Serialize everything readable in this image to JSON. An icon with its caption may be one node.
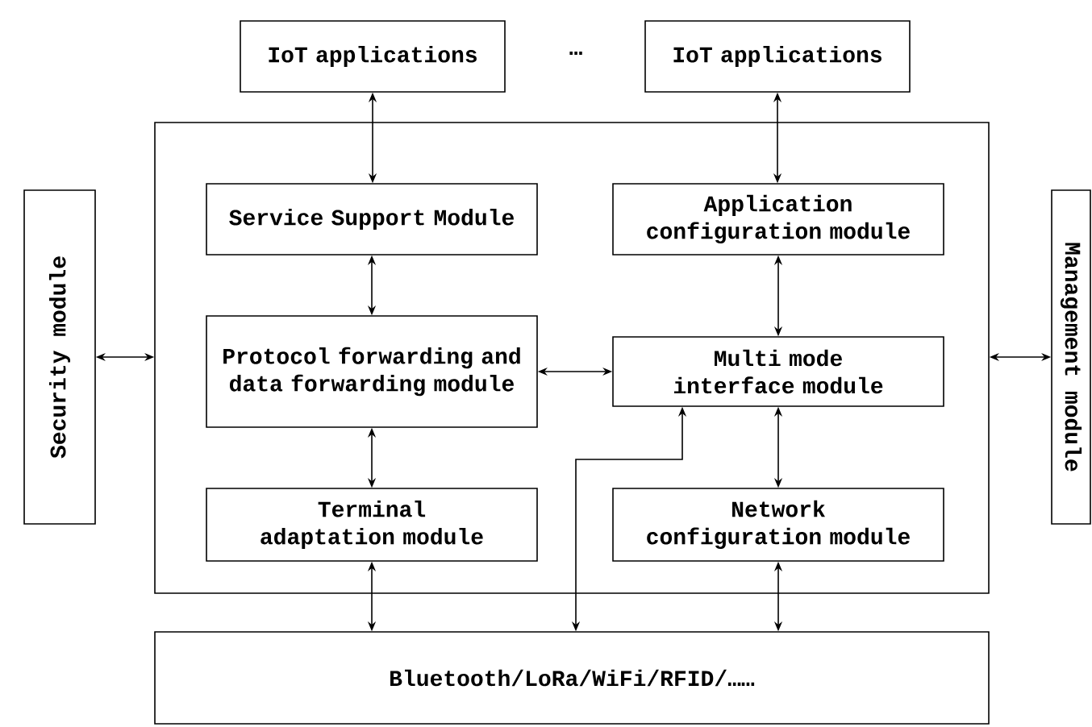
{
  "diagram": {
    "nodes": [
      {
        "text": [
          "IoT applications"
        ]
      },
      {
        "text": [
          "IoT applications"
        ]
      },
      {
        "text": [],
        "shape": "box"
      },
      {
        "text": [
          "Service Support Module"
        ],
        "in": 2
      },
      {
        "text": [
          "Application configuration module"
        ],
        "in": 2
      },
      {
        "text": [
          "Protocol forwarding and data forwarding module"
        ],
        "in": 2
      },
      {
        "text": [
          "Multi mode interface module"
        ],
        "in": 2
      },
      {
        "text": [
          "Terminal adaptation module"
        ],
        "in": 2
      },
      {
        "text": [
          "Network configuration module"
        ],
        "in": 2
      },
      {
        "text": [
          "Security module"
        ]
      },
      {
        "text": [
          "Management module"
        ]
      },
      {
        "text": [
          "Bluetooth/LoRa/WiFi/RFID/……"
        ]
      }
    ],
    "edges": [
      {
        "from": 0,
        "to": 3,
        "arrow": "both"
      },
      {
        "from": 1,
        "to": 4,
        "arrow": "both"
      },
      {
        "from": 3,
        "to": 5,
        "arrow": "both"
      },
      {
        "from": 4,
        "to": 6,
        "arrow": "both"
      },
      {
        "from": 5,
        "to": 6,
        "arrow": "both"
      },
      {
        "from": 5,
        "to": 7,
        "arrow": "both"
      },
      {
        "from": 6,
        "to": 8,
        "arrow": "both"
      },
      {
        "from": 7,
        "to": 11,
        "arrow": "both"
      },
      {
        "from": 6,
        "to": 11,
        "arrow": "both"
      },
      {
        "from": 8,
        "to": 11,
        "arrow": "both"
      },
      {
        "from": 9,
        "to": 2,
        "arrow": "both"
      },
      {
        "from": 2,
        "to": 10,
        "arrow": "both"
      }
    ],
    "labels": [
      "…"
    ]
  }
}
